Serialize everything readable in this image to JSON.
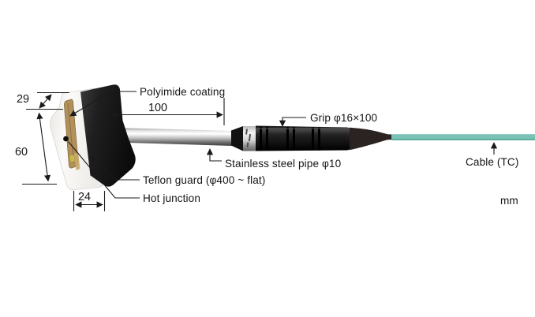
{
  "diagram": {
    "title_semantic": "surface-temperature-probe-dimension-diagram",
    "unit": "mm",
    "callouts": {
      "polyimide_coating": "Polyimide coating",
      "grip": "Grip φ16×100",
      "stainless_pipe": "Stainless steel pipe φ10",
      "teflon_guard": "Teflon guard (φ400 ~ flat)",
      "hot_junction": "Hot junction",
      "cable": "Cable (TC)"
    },
    "dimensions_mm": {
      "pipe_length": "100",
      "head_edge_width": "29",
      "head_height": "60",
      "head_depth": "24"
    },
    "colors": {
      "line": "#1a1a1a",
      "cable": "#79c2b5",
      "cable_edge": "#5aa89a",
      "grip_body": "#161616",
      "teflon_body": "#f7f6f3",
      "polyimide_strip": "#b2905a",
      "hot_junction_dot": "#0a0a0a"
    }
  }
}
